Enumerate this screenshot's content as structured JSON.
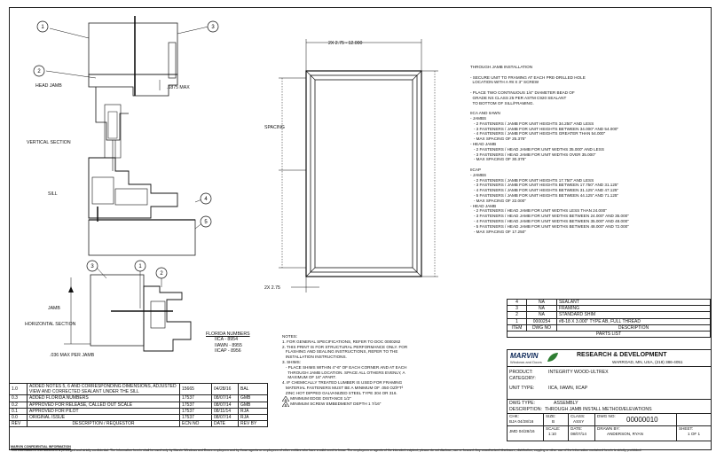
{
  "callouts": [
    "1",
    "2",
    "3",
    "4",
    "5"
  ],
  "dimensions": {
    "frame_width": "2X 2.75 - 12.000",
    "head_jamb_max": ".1875 MAX",
    "spacing": "SPACING",
    "bottom_width": "2X 2.75",
    "shim_max": ".036 MAX PER JAMB"
  },
  "section_labels": {
    "head_jamb": "HEAD JAMB",
    "vertical_section": "VERTICAL SECTION",
    "sill": "SILL",
    "jamb": "JAMB",
    "horizontal_section": "HORIZONTAL SECTION"
  },
  "install": {
    "title": "THROUGH JAMB INSTALLATION",
    "lines": [
      "- SECURE UNIT TO FRAMING AT EACH PRE-DRILLED HOLE",
      "  LOCATION WITH A #8 X 3\" SCREW",
      "",
      "- PLACE TWO CONTINUOUS 1/4\" DIAMETER BEAD OF",
      "  GRADE NS CLASS 25 PER ASTM C920 SEALANT",
      "  TO BOTTOM OF SILL/FRAMING.",
      "",
      "IICA AND IIAWN",
      "- JAMBS",
      "   - 2 FASTENERS / JAMB FOR UNIT HEIGHTS 34.250\" AND LESS",
      "   - 3 FASTENERS / JAMB FOR UNIT HEIGHTS BETWEEN 34.000\" AND 54.000\"",
      "   - 4 FASTENERS / JAMB FOR UNIT HEIGHTS GREATER THAN 54.000\"",
      "   - MAX SPACING OF 25.375\"",
      "- HEAD JAMB",
      "   - 2 FASTENERS / HEAD JAMB FOR UNIT WIDTHS 35.000\" AND LESS",
      "   - 3 FASTENERS / HEAD JAMB FOR UNIT WIDTHS OVER 35.000\"",
      "   - MAX SPACING OF 30.375\"",
      "",
      "IICAP",
      "- JAMBS",
      "   - 2 FASTENERS / JAMB FOR UNIT HEIGHTS 17.750\" AND LESS",
      "   - 3 FASTENERS / JAMB FOR UNIT HEIGHTS BETWEEN 17.750\" AND 31.125\"",
      "   - 4 FASTENERS / JAMB FOR UNIT HEIGHTS BETWEEN 31.125\" AND 47.125\"",
      "   - 5 FASTENERS / JAMB FOR UNIT HEIGHTS BETWEEN 44.125\" AND 71.125\"",
      "   - MAX SPACING OF 22.000\"",
      "- HEAD JAMB",
      "   - 2 FASTENERS / HEAD JAMB FOR UNIT WIDTHS LESS THAN 24.000\"",
      "   - 3 FASTENERS / HEAD JAMB FOR UNIT WIDTHS BETWEEN 24.000\" AND 35.000\"",
      "   - 4 FASTENERS / HEAD JAMB FOR UNIT WIDTHS BETWEEN 35.000\" AND 48.000\"",
      "   - 5 FASTENERS / HEAD JAMB FOR UNIT WIDTHS BETWEEN 48.000\" AND 72.000\"",
      "   - MAX SPACING OF 17.250\""
    ]
  },
  "florida": {
    "title": "FLORIDA NUMBERS",
    "rows": [
      "IICA - 8954",
      "IIAWN - 8955",
      "IICAP - 8956"
    ]
  },
  "notes": {
    "title": "NOTES:",
    "lines": [
      "1. FOR GENERAL SPECIFICATIONS, REFER TO DOC 0000262",
      "2. THIS PRINT IS FOR STRUCTURAL PERFORMANCE ONLY. FOR",
      "   FLASHING AND SEALING INSTRUCTIONS, REFER TO THE",
      "   INSTALLATION INSTRUCTIONS.",
      "3. SHIMS:",
      "   - PLACE SHIMS WITHIN 4\"-6\" OF EACH CORNER AND AT EACH",
      "     THROUGH JAMB LOCATION. SPACE ALL OTHERS EVENLY, A",
      "     MAXIMUM OF 16\" APART.",
      "4. IF CHEMICALLY TREATED LUMBER IS USED FOR FRAMING",
      "   MATERIAL FASTENERS MUST BE A MINIMUM OF .050 OZ/FT²",
      "   ZINC HOT DIPPED GALVANIZED STEEL TYPE 304 OR 316."
    ],
    "edge": "MINIMUM EDGE DISTANCE 1/2\"",
    "embed": "MINIMUM SCREW EMBEDMENT DEPTH 1 7/16\"",
    "sym_a": "A",
    "sym_b": "B"
  },
  "parts": {
    "rows": [
      [
        "4",
        "NA",
        "SEALANT"
      ],
      [
        "3",
        "NA",
        "FRAMING"
      ],
      [
        "2",
        "NA",
        "STANDARD SHIM"
      ],
      [
        "1",
        "0000254",
        "#8-18 X 3.000\" TYPE AB, FULL THREAD"
      ]
    ],
    "header": [
      "ITEM",
      "DWG NO",
      "DESCRIPTION"
    ],
    "title": "PARTS LIST"
  },
  "revisions": {
    "rows": [
      [
        "1.0",
        "ADDED NOTES 5, 6 AND CORRESPONDING DIMENSIONS, ADJUSTED VIEW AND CORRECTED SEALANT UNDER THE SILL",
        "15665",
        "04/28/16",
        "BAL"
      ],
      [
        "0.3",
        "ADDED FLORIDA NUMBERS",
        "17537",
        "08/07/14",
        "GMB"
      ],
      [
        "0.2",
        "APPROVED FOR RELEASE, CALLED OUT SCALE",
        "17537",
        "08/07/14",
        "GMB"
      ],
      [
        "0.1",
        "APPROVED FOR PILOT",
        "17537",
        "08/11/14",
        "RJA"
      ],
      [
        "0.0",
        "ORIGINAL ISSUE",
        "17537",
        "08/07/14",
        "RJA"
      ]
    ],
    "header": [
      "REV",
      "DESCRIPTION / REQUESTOR",
      "ECN NO",
      "DATE",
      "REV BY"
    ]
  },
  "title_block": {
    "brand": "MARVIN",
    "brand_sub": "Windows and Doors",
    "dept": "RESEARCH & DEVELOPMENT",
    "location": "WARROAD, MN, USA, (218) 386-4051",
    "product_label": "PRODUCT:",
    "product": "INTEGRITY WOOD-ULTREX",
    "category_label": "CATEGORY:",
    "category": "",
    "unit_type_label": "UNIT TYPE:",
    "unit_type": "IICA, IIAWN, IICAP",
    "dwg_type_label": "DWG TYPE:",
    "dwg_type": "ASSEMBLY",
    "desc_label": "DESCRIPTION:",
    "desc": "THROUGH JAMB INSTALL METHOD/ELEVATIONS",
    "chk_label": "CHK:",
    "chk": "BJA 04/28/16",
    "size_label": "SIZE:",
    "size": "B",
    "class_label": "CLASS:",
    "class": "ASSY",
    "dwg_no_label": "DWG NO:",
    "dwg_no": "00000010",
    "jmd_label": "JMD 04/28/16",
    "scale_label": "SCALE:",
    "scale": "1:10",
    "date_label": "DATE:",
    "date": "08/07/14",
    "drawn_label": "DRAWN BY:",
    "drawn": "ANDERSON, RYAN",
    "sheet_label": "SHEET:",
    "sheet": "1 OF 1"
  },
  "footer": {
    "title": "MARVIN CONFIDENTIAL INFORMATION",
    "text": "This information in this document is privileged and strictly confidential. The information herein shall be used only by Marvin Windows and Doors employees and by those agents or employees of other entities who have a valid need to know. The employees or agents of the intended recipient, please do not disclose, use or forward. Any unauthorized disclosure, distribution, copying or other use of the information contained herein is strictly prohibited."
  }
}
